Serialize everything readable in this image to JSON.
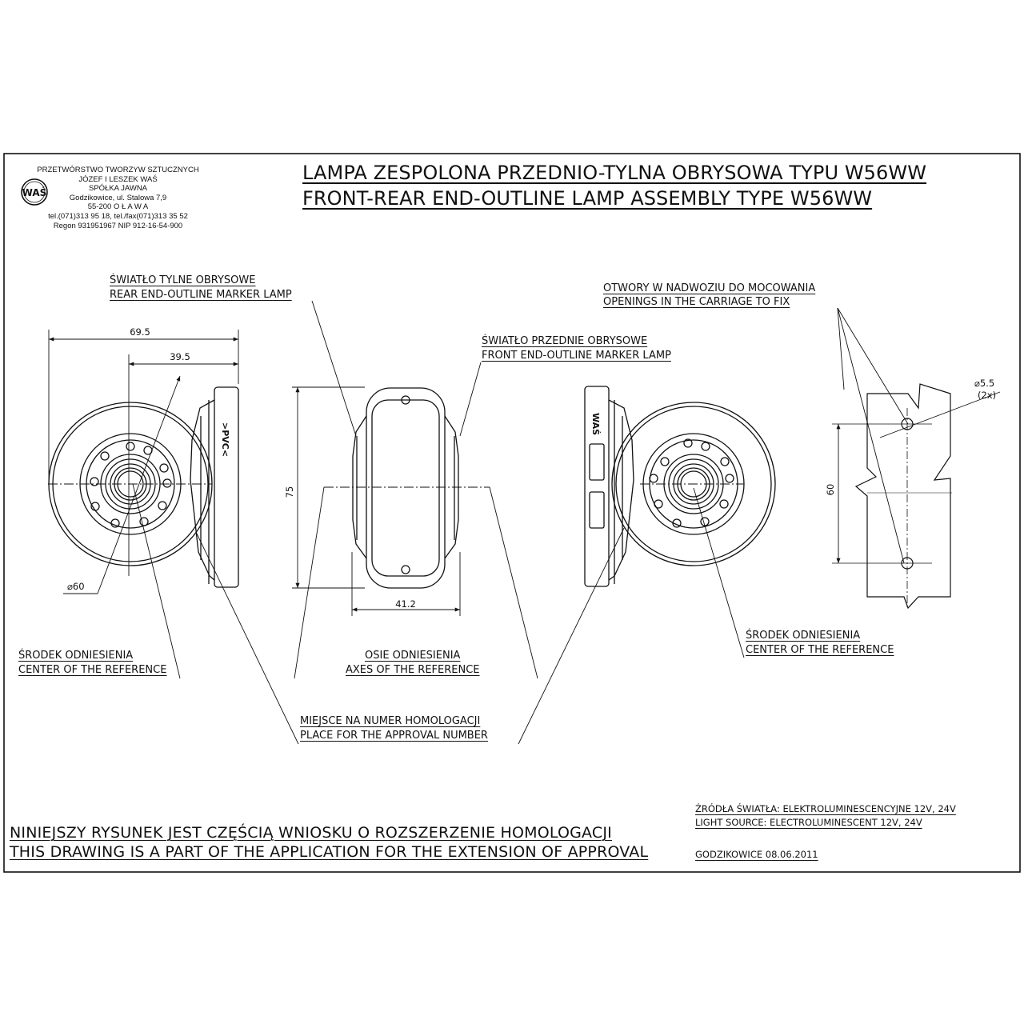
{
  "company": {
    "line1": "PRZETWÓRSTWO TWORZYW SZTUCZNYCH",
    "line2": "JÓZEF I LESZEK WAŚ",
    "line3": "SPÓŁKA JAWNA",
    "line4": "Godzikowice, ul. Stalowa 7,9",
    "line5": "55-200   O Ł A W A",
    "line6": "tel.(071)313 95 18, tel./fax(071)313 35 52",
    "line7": "Regon 931951967 NIP 912-16-54-900"
  },
  "title": {
    "pl": "LAMPA ZESPOLONA PRZEDNIO-TYLNA OBRYSOWA TYPU W56WW",
    "en": "FRONT-REAR END-OUTLINE LAMP ASSEMBLY TYPE W56WW"
  },
  "labels": {
    "rear_pl": "ŚWIATŁO TYLNE OBRYSOWE",
    "rear_en": "REAR END-OUTLINE MARKER LAMP",
    "front_pl": "ŚWIATŁO PRZEDNIE OBRYSOWE",
    "front_en": "FRONT END-OUTLINE MARKER LAMP",
    "openings_pl": "OTWORY W NADWOZIU DO MOCOWANIA",
    "openings_en": "OPENINGS IN THE CARRIAGE TO FIX",
    "center_left_pl": "ŚRODEK ODNIESIENIA",
    "center_left_en": "CENTER OF THE REFERENCE",
    "center_right_pl": "ŚRODEK ODNIESIENIA",
    "center_right_en": "CENTER OF THE REFERENCE",
    "axes_pl": "OSIE ODNIESIENIA",
    "axes_en": "AXES OF THE REFERENCE",
    "approval_pl": "MIEJSCE NA NUMER HOMOLOGACJI",
    "approval_en": "PLACE FOR THE APPROVAL NUMBER"
  },
  "dimensions": {
    "d1": "69.5",
    "d2": "39.5",
    "d3": "⌀60",
    "d4": "75",
    "d5": "41.2",
    "d6": "⌀5.5",
    "d7": "(2x)",
    "d8": "60"
  },
  "markings": {
    "pvc": ">PVC<",
    "logo_text": "WAŚ",
    "was": "WAŚ"
  },
  "footer": {
    "note_pl": "NINIEJSZY RYSUNEK JEST CZĘŚCIĄ WNIOSKU O  ROZSZERZENIE HOMOLOGACJI",
    "note_en": "THIS DRAWING IS A PART OF THE APPLICATION FOR THE EXTENSION OF APPROVAL",
    "source_pl": "ŹRÓDŁA ŚWIATŁA: ELEKTROLUMINESCENCYJNE  12V, 24V",
    "source_en": "LIGHT SOURCE: ELECTROLUMINESCENT  12V, 24V",
    "date": "GODZIKOWICE 08.06.2011"
  }
}
